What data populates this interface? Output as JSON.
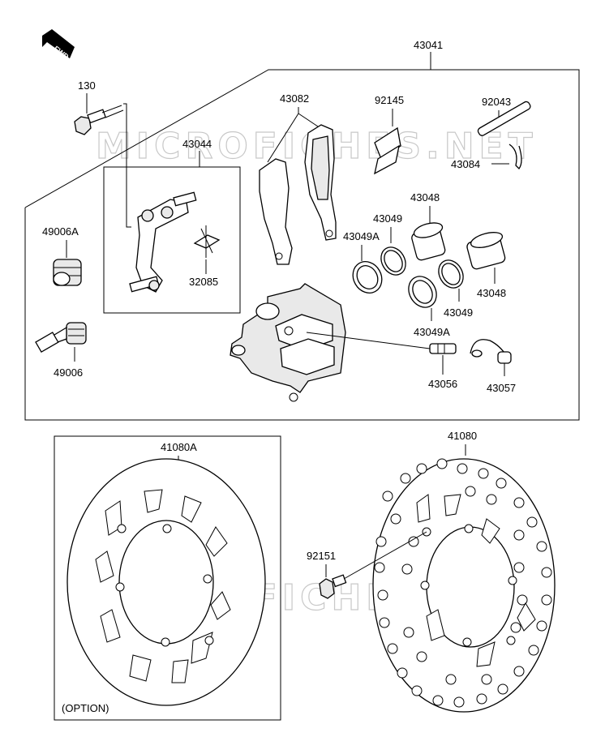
{
  "direction_badge": "FWD",
  "watermark": "MICROFICHES.NET",
  "labels": {
    "p43041": "43041",
    "p130": "130",
    "p43082": "43082",
    "p92145": "92145",
    "p92043": "92043",
    "p43044": "43044",
    "p43084": "43084",
    "p43048a": "43048",
    "p49006A": "49006A",
    "p43049a": "43049",
    "p43049Aa": "43049A",
    "p32085": "32085",
    "p43048b": "43048",
    "p43049b": "43049",
    "p43049Ab": "43049A",
    "p49006": "49006",
    "p43056": "43056",
    "p43057": "43057",
    "p41080A": "41080A",
    "p41080": "41080",
    "p92151": "92151",
    "option": "(OPTION)"
  }
}
